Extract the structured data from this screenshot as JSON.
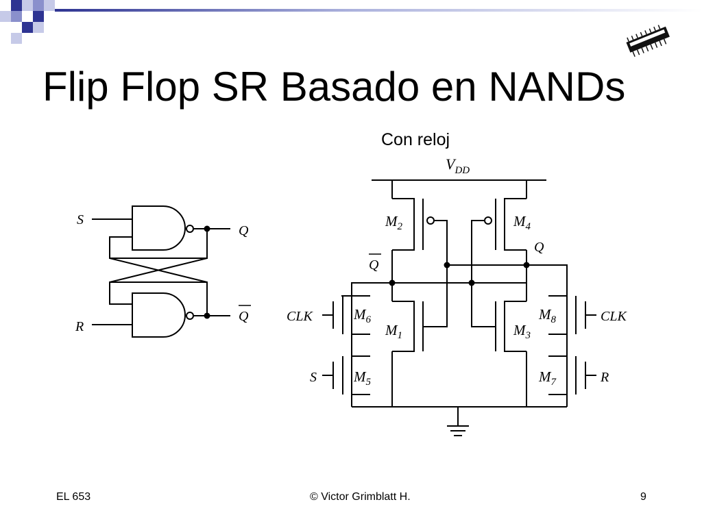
{
  "title": "Flip Flop SR Basado en NANDs",
  "subtitle": "Con reloj",
  "footer": {
    "left": "EL 653",
    "center": "© Victor Grimblatt H.",
    "right": "9"
  },
  "colors": {
    "accent": "#2e3492",
    "accent_light": "#c6cae8",
    "accent_mid": "#8a90cc",
    "line": "#000000"
  },
  "icons": {
    "chip": "ic-chip-icon"
  },
  "nand_latch": {
    "input_s": "S",
    "input_r": "R",
    "output_q": "Q",
    "output_qbar": "Q"
  },
  "cmos_circuit": {
    "vdd": "V",
    "vdd_sub": "DD",
    "q": "Q",
    "qbar": "Q",
    "clk_left": "CLK",
    "clk_right": "CLK",
    "s": "S",
    "r": "R",
    "transistors": [
      {
        "id": "M",
        "sub": "2"
      },
      {
        "id": "M",
        "sub": "4"
      },
      {
        "id": "M",
        "sub": "6"
      },
      {
        "id": "M",
        "sub": "1"
      },
      {
        "id": "M",
        "sub": "8"
      },
      {
        "id": "M",
        "sub": "3"
      },
      {
        "id": "M",
        "sub": "5"
      },
      {
        "id": "M",
        "sub": "7"
      }
    ]
  }
}
